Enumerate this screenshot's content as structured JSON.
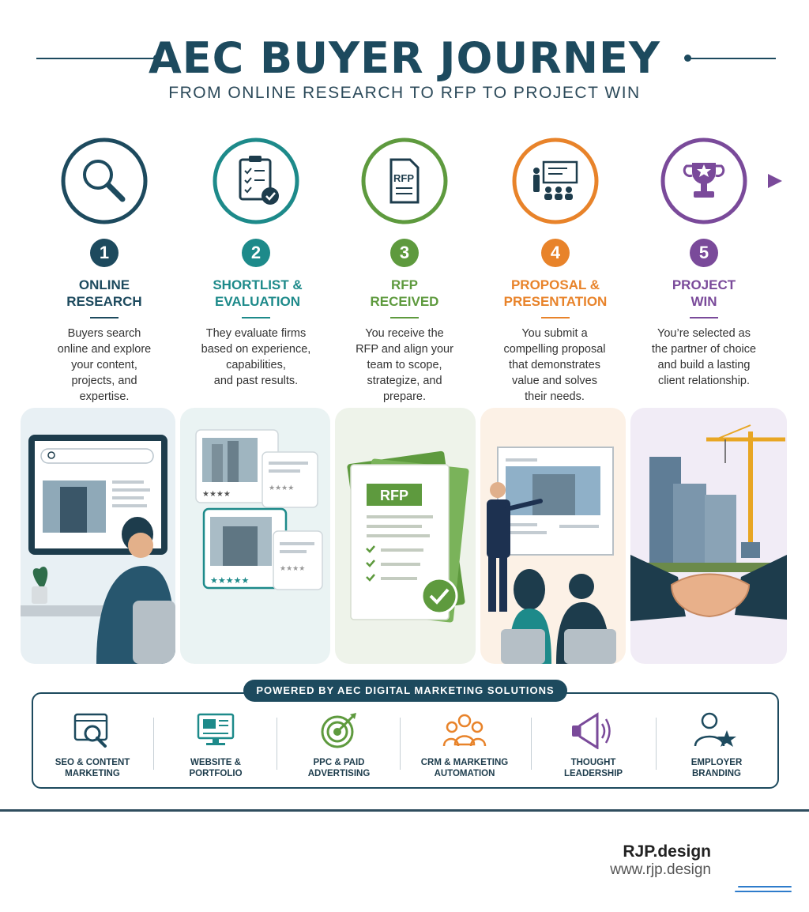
{
  "header": {
    "title": "AEC BUYER JOURNEY",
    "subtitle": "FROM ONLINE RESEARCH TO RFP TO PROJECT WIN"
  },
  "steps": [
    {
      "number": "1",
      "title_line1": "ONLINE",
      "title_line2": "RESEARCH",
      "color": "#1d4a5e",
      "icon": "magnifier-icon",
      "desc": [
        "Buyers search",
        "online and explore",
        "your content,",
        "projects, and",
        "expertise."
      ]
    },
    {
      "number": "2",
      "title_line1": "SHORTLIST &",
      "title_line2": "EVALUATION",
      "color": "#1d8a8a",
      "icon": "checklist-icon",
      "desc": [
        "They evaluate firms",
        "based on experience,",
        "capabilities,",
        "and past results."
      ]
    },
    {
      "number": "3",
      "title_line1": "RFP",
      "title_line2": "RECEIVED",
      "color": "#5e9a3e",
      "icon": "rfp-document-icon",
      "desc": [
        "You receive the",
        "RFP and align your",
        "team to scope,",
        "strategize, and",
        "prepare."
      ]
    },
    {
      "number": "4",
      "title_line1": "PROPOSAL &",
      "title_line2": "PRESENTATION",
      "color": "#e8832a",
      "icon": "presentation-icon",
      "desc": [
        "You submit a",
        "compelling proposal",
        "that demonstrates",
        "value and solves",
        "their needs."
      ]
    },
    {
      "number": "5",
      "title_line1": "PROJECT",
      "title_line2": "WIN",
      "color": "#7a4a9a",
      "icon": "trophy-icon",
      "desc": [
        "You’re selected as",
        "the partner of choice",
        "and build a lasting",
        "client relationship."
      ]
    }
  ],
  "panels": {
    "rfp_badge": "RFP",
    "icon_rfp_label": "RFP"
  },
  "services_banner": "POWERED BY AEC DIGITAL MARKETING SOLUTIONS",
  "services": [
    {
      "line1": "SEO & CONTENT",
      "line2": "MARKETING",
      "icon": "seo-browser-icon",
      "color": "#1d4a5e"
    },
    {
      "line1": "WEBSITE &",
      "line2": "PORTFOLIO",
      "icon": "website-monitor-icon",
      "color": "#1d8a8a"
    },
    {
      "line1": "PPC & PAID",
      "line2": "ADVERTISING",
      "icon": "target-icon",
      "color": "#5e9a3e"
    },
    {
      "line1": "CRM & MARKETING",
      "line2": "AUTOMATION",
      "icon": "people-group-icon",
      "color": "#e8832a"
    },
    {
      "line1": "THOUGHT",
      "line2": "LEADERSHIP",
      "icon": "megaphone-icon",
      "color": "#7a4a9a"
    },
    {
      "line1": "EMPLOYER",
      "line2": "BRANDING",
      "icon": "person-star-icon",
      "color": "#1d4a5e"
    }
  ],
  "footer": {
    "brand": "RJP.design",
    "url": "www.rjp.design"
  }
}
